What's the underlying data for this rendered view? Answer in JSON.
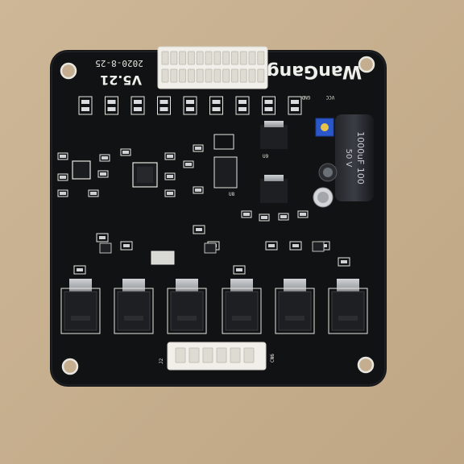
{
  "board": {
    "brand": "WanGang",
    "version": "V5.21",
    "date": "2020-8-25",
    "capacitor_text_1": "1000uF 100",
    "capacitor_text_2": "50 V",
    "power_label_left": "VCC",
    "power_label_right": "GND",
    "connector_label_bottom_left": "J2",
    "connector_label_bottom_right": "CN6",
    "ic_label_main": "U8",
    "reg_label": "U9"
  },
  "colors": {
    "table": "#c9b394",
    "pcb": "#111214",
    "silkscreen": "#e8e6df",
    "connector": "#f1efe9",
    "capacitor": "#15171b",
    "trimmer": "#2a57c9",
    "mosfet": "#1e1f22",
    "tab": "#b9bcc0"
  }
}
